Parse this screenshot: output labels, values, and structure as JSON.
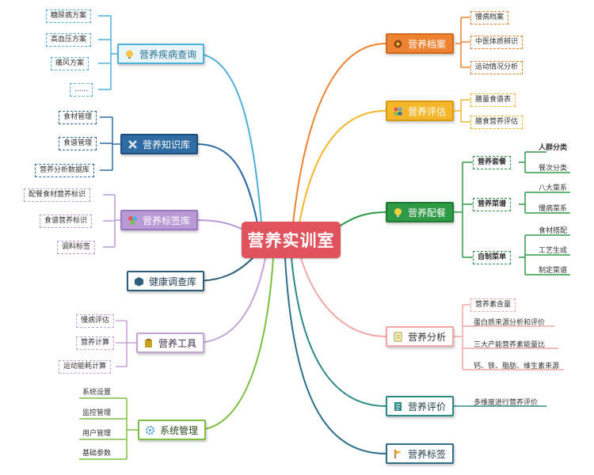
{
  "center": "营养实训室",
  "left": {
    "disease": {
      "label": "营养疾病查询",
      "items": [
        "糖尿病方案",
        "高血压方案",
        "痛风方案",
        "......"
      ]
    },
    "knowledge": {
      "label": "营养知识库",
      "items": [
        "食材管理",
        "食谱管理",
        "营养分析数据库"
      ]
    },
    "tags": {
      "label": "营养标签库",
      "items": [
        "配餐食材营养标识",
        "食谱营养标识",
        "调料标签"
      ]
    },
    "health": {
      "label": "健康调查库"
    },
    "tools": {
      "label": "营养工具",
      "items": [
        "慢病评估",
        "营养计算",
        "运动能耗计算"
      ]
    },
    "system": {
      "label": "系统管理",
      "items": [
        "系统设置",
        "监控管理",
        "用户管理",
        "基础参数"
      ]
    }
  },
  "right": {
    "archive": {
      "label": "营养档案",
      "items": [
        "慢病档案",
        "中医体质辨识",
        "运动情况分析"
      ]
    },
    "assess": {
      "label": "营养评估",
      "items": [
        "膳量食谱表",
        "膳食营养评估"
      ]
    },
    "meal": {
      "label": "营养配餐",
      "groups": [
        {
          "label": "营养套餐",
          "items": [
            "人群分类",
            "餐次分类"
          ]
        },
        {
          "label": "营养菜谱",
          "items": [
            "八大菜系",
            "慢病菜系"
          ]
        },
        {
          "label": "自制菜单",
          "items": [
            "食材搭配",
            "工艺生成",
            "制定菜谱"
          ]
        }
      ]
    },
    "analysis": {
      "label": "营养分析",
      "items": [
        "营养素含量",
        "蛋白质来源分析和评价",
        "三大产能营养素能量比",
        "钙、铁、脂肪、维生素来源"
      ]
    },
    "evaluate": {
      "label": "营养评价",
      "items": [
        "多维度进行营养评价"
      ]
    },
    "label_node": {
      "label": "营养标签"
    }
  },
  "colors": {
    "center": "#e0525c",
    "disease": "#4fb0d9",
    "knowledge": "#2f6ca3",
    "tags": "#b99ad6",
    "health": "#2c5e7a",
    "tools": "#c3a3d9",
    "system": "#7dbf45",
    "archive": "#ee8231",
    "assess": "#f5b62b",
    "meal": "#2e9a46",
    "analysis": "#f3a6a6",
    "evaluate": "#2c8a86",
    "label_node": "#2f6f8a"
  },
  "icons": {
    "disease": "search-bulb-icon",
    "knowledge": "cross-tools-icon",
    "tags": "tag-icon",
    "health": "cube-icon",
    "tools": "clipboard-icon",
    "system": "gear-icon",
    "archive": "record-icon",
    "assess": "people-icon",
    "meal": "bulb-icon",
    "analysis": "note-icon",
    "evaluate": "document-icon",
    "label_node": "flag-icon"
  }
}
